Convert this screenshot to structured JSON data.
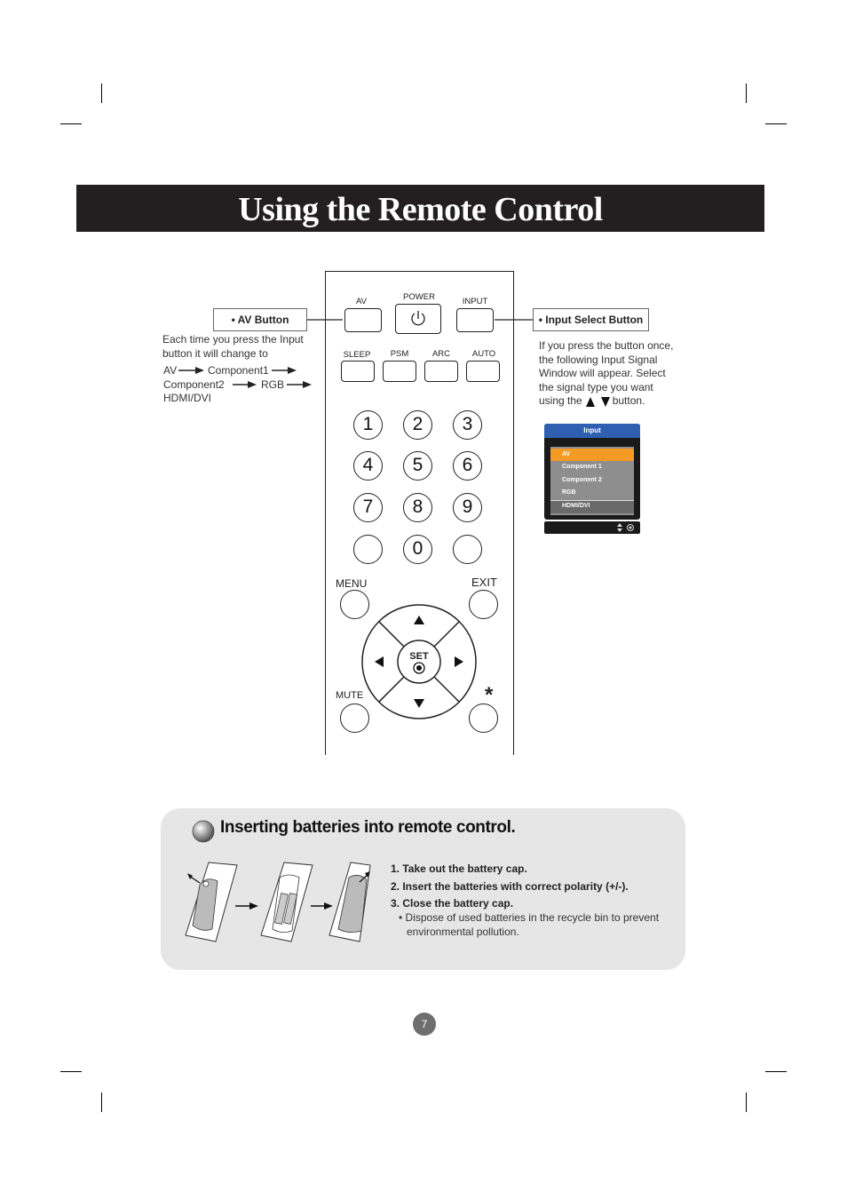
{
  "title": "Using the Remote Control",
  "av_callout": {
    "label": "• AV Button",
    "desc_line1": "Each time you press the Input",
    "desc_line2": "button it will change to",
    "seq_av": "AV",
    "seq_component1": "Component1",
    "seq_component2": "Component2",
    "seq_rgb": "RGB",
    "seq_hdmi": "HDMI/DVI"
  },
  "input_callout": {
    "label": "• Input Select Button",
    "desc_line1": "If you press the button once,",
    "desc_line2": "the following Input Signal",
    "desc_line3": "Window will appear. Select",
    "desc_line4": "the signal type you want",
    "desc_line5_pre": "using the",
    "desc_line5_post": "button."
  },
  "remote": {
    "av": "AV",
    "power": "POWER",
    "input": "INPUT",
    "sleep": "SLEEP",
    "psm": "PSM",
    "arc": "ARC",
    "auto": "AUTO",
    "digits": [
      "1",
      "2",
      "3",
      "4",
      "5",
      "6",
      "7",
      "8",
      "9",
      "0"
    ],
    "menu": "MENU",
    "exit": "EXIT",
    "set": "SET",
    "mute": "MUTE",
    "star": "*"
  },
  "osd": {
    "title": "Input",
    "items": [
      "AV",
      "Component 1",
      "Component 2",
      "RGB",
      "HDMI/DVI"
    ]
  },
  "batteries": {
    "heading": "Inserting batteries into remote control.",
    "step1": "1. Take out the battery cap.",
    "step2": "2. Insert the batteries with correct polarity (+/-).",
    "step3": "3. Close the battery cap.",
    "note_line1": "• Dispose of used batteries in the recycle bin to prevent",
    "note_line2": "environmental pollution."
  },
  "page_number": "7",
  "colors": {
    "title_bar": "#231f20",
    "panel": "#e6e6e6",
    "osd_highlight": "#f59a23",
    "osd_header": "#2f5fb0"
  }
}
